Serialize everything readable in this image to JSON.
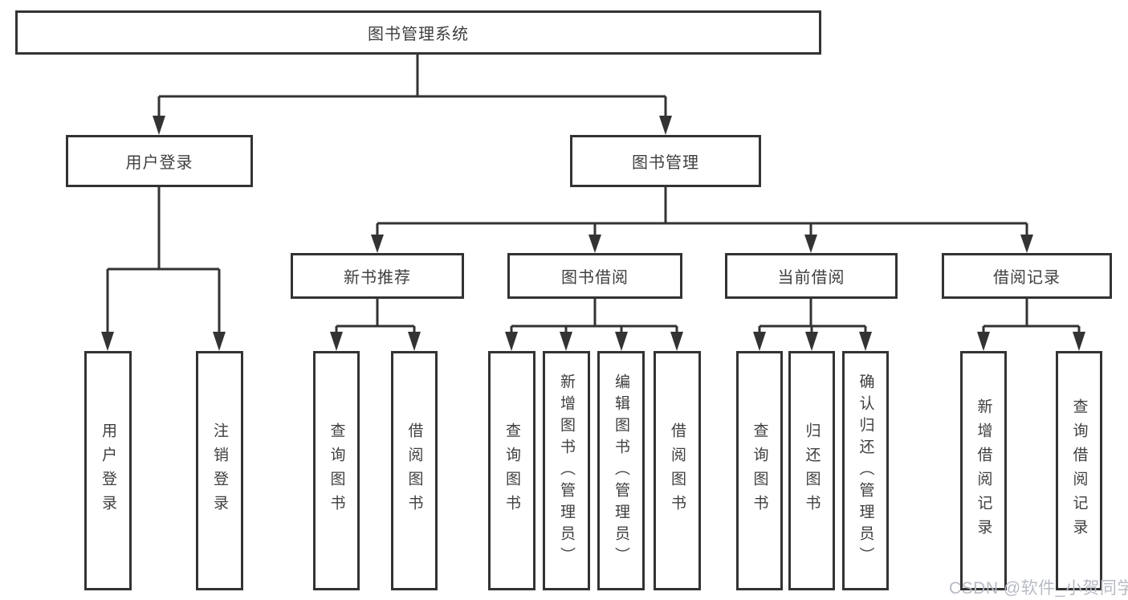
{
  "diagram_type": "hierarchy",
  "tree": {
    "label": "图书管理系统",
    "children": [
      {
        "label": "用户登录",
        "children": [
          {
            "label": "用户登录"
          },
          {
            "label": "注销登录"
          }
        ]
      },
      {
        "label": "图书管理",
        "children": [
          {
            "label": "新书推荐",
            "children": [
              {
                "label": "查询图书"
              },
              {
                "label": "借阅图书"
              }
            ]
          },
          {
            "label": "图书借阅",
            "children": [
              {
                "label": "查询图书"
              },
              {
                "label": "新增图书（管理员）"
              },
              {
                "label": "编辑图书（管理员）"
              },
              {
                "label": "借阅图书"
              }
            ]
          },
          {
            "label": "当前借阅",
            "children": [
              {
                "label": "查询图书"
              },
              {
                "label": "归还图书"
              },
              {
                "label": "确认归还（管理员）"
              }
            ]
          },
          {
            "label": "借阅记录",
            "children": [
              {
                "label": "新增借阅记录"
              },
              {
                "label": "查询借阅记录"
              }
            ]
          }
        ]
      }
    ]
  },
  "watermark": "CSDN @软件_小贺同学",
  "colors": {
    "line": "#333333",
    "text": "#3f3f3f",
    "background": "#ffffff",
    "watermark": "#b7bbc3"
  }
}
